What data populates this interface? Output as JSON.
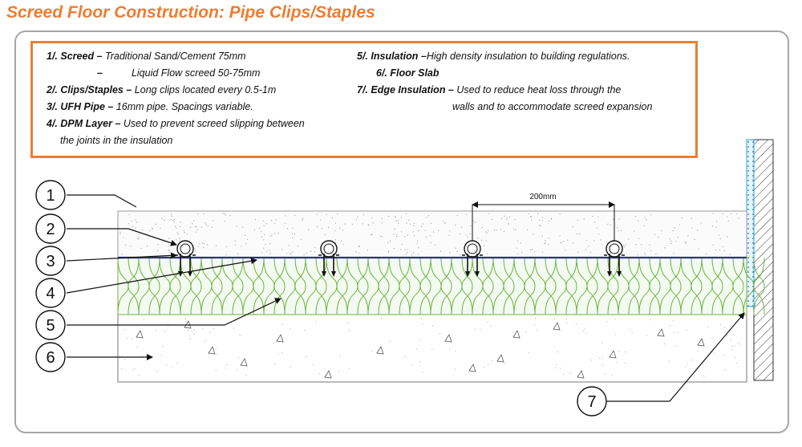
{
  "title": "Screed Floor Construction: Pipe Clips/Staples",
  "legend": {
    "left": [
      {
        "id": "1",
        "num": "1/.",
        "term": "Screed",
        "sep": " – ",
        "desc": "Traditional Sand/Cement 75mm"
      },
      {
        "id": "1b",
        "num": "",
        "term": "",
        "sep": "–",
        "desc": "Liquid Flow screed 50-75mm"
      },
      {
        "id": "2",
        "num": "2/.",
        "term": "Clips/Staples",
        "sep": " – ",
        "desc": "Long clips located every 0.5-1m"
      },
      {
        "id": "3",
        "num": "3/.",
        "term": "UFH Pipe",
        "sep": " – ",
        "desc": "16mm pipe. Spacings variable."
      },
      {
        "id": "4",
        "num": "4/.",
        "term": "DPM Layer",
        "sep": " – ",
        "desc": "Used to prevent screed slipping between"
      },
      {
        "id": "4b",
        "num": "",
        "term": "",
        "sep": "",
        "desc": "the joints in the insulation"
      }
    ],
    "right": [
      {
        "id": "5",
        "num": "5/.",
        "term": "Insulation",
        "sep": " –",
        "desc": "High density insulation to building regulations."
      },
      {
        "id": "6",
        "num": "6/.",
        "term": "Floor Slab",
        "sep": "",
        "desc": ""
      },
      {
        "id": "7",
        "num": "7/.",
        "term": "Edge Insulation",
        "sep": " – ",
        "desc": "Used to reduce heat loss through the"
      },
      {
        "id": "7b",
        "num": "",
        "term": "",
        "sep": "",
        "desc": "walls and to accommodate screed expansion"
      }
    ]
  },
  "dimension_label": "200mm",
  "callouts": [
    "1",
    "2",
    "3",
    "4",
    "5",
    "6",
    "7"
  ],
  "colors": {
    "title": "#ed7d31",
    "legend_border": "#ed7d31",
    "frame": "#a6a6a6",
    "insulation": "#6fb244",
    "insulation_fill": "#f3faf0",
    "dpm": "#2e3192",
    "edge_insulation": "#2e9cd6"
  }
}
